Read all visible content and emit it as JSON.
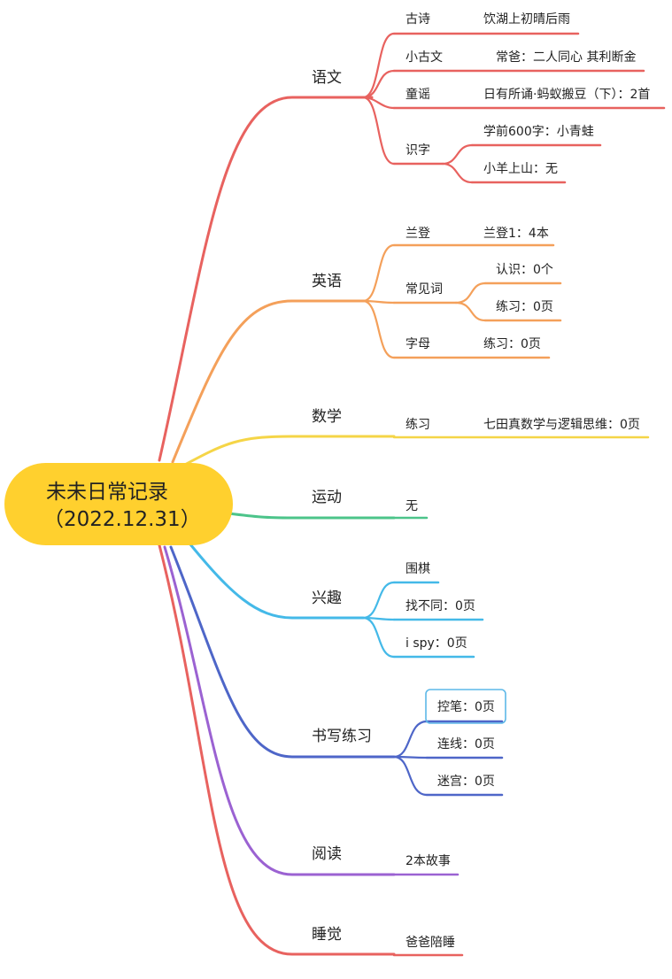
{
  "root": {
    "line1": "未未日常记录",
    "line2": "（2022.12.31）"
  },
  "colors": {
    "root": "#FFD02E",
    "chinese": "#E8625F",
    "english": "#F4A05A",
    "math": "#F5D547",
    "sport": "#4CC48A",
    "hobby": "#44B9E8",
    "writing": "#4E66C8",
    "reading": "#9B62D2",
    "sleep": "#E8625F",
    "selected_border": "#5DB8E8"
  },
  "branches": {
    "chinese": {
      "label": "语文",
      "gushi": {
        "label": "古诗",
        "value": "饮湖上初晴后雨"
      },
      "xiaoguwen": {
        "label": "小古文",
        "value": "常爸：二人同心 其利断金"
      },
      "tongyao": {
        "label": "童谣",
        "value": "日有所诵·蚂蚁搬豆（下）：2首"
      },
      "shizi": {
        "label": "识字",
        "item1": "学前600字：小青蛙",
        "item2": "小羊上山：无"
      }
    },
    "english": {
      "label": "英语",
      "landeng": {
        "label": "兰登",
        "value": "兰登1：4本"
      },
      "changjianci": {
        "label": "常见词",
        "item1": "认识：0个",
        "item2": "练习：0页"
      },
      "zimu": {
        "label": "字母",
        "value": "练习：0页"
      }
    },
    "math": {
      "label": "数学",
      "lianxi": {
        "label": "练习",
        "value": "七田真数学与逻辑思维：0页"
      }
    },
    "sport": {
      "label": "运动",
      "value": "无"
    },
    "hobby": {
      "label": "兴趣",
      "items": [
        "围棋",
        "找不同：0页",
        "i spy：0页"
      ]
    },
    "writing": {
      "label": "书写练习",
      "items": [
        "控笔：0页",
        "连线：0页",
        "迷宫：0页"
      ]
    },
    "reading": {
      "label": "阅读",
      "value": "2本故事"
    },
    "sleep": {
      "label": "睡觉",
      "value": "爸爸陪睡"
    }
  }
}
